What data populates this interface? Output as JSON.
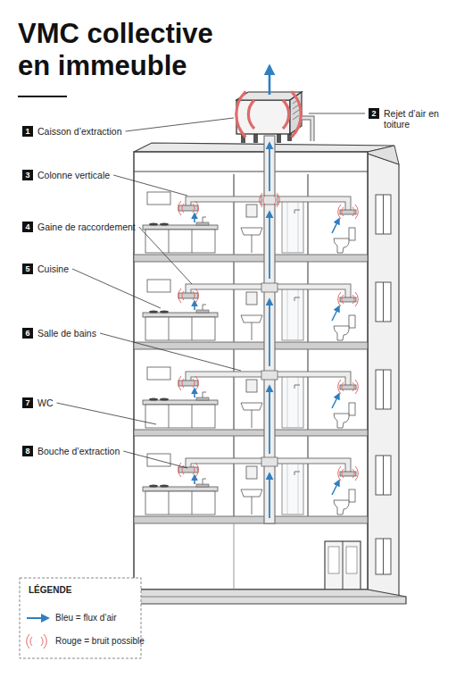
{
  "diagram": {
    "title": "VMC collective en immeuble",
    "nodes": [
      {
        "text": [
          "1",
          "Caisson d’extraction"
        ]
      },
      {
        "text": [
          "2",
          "Rejet d’air en toiture"
        ]
      },
      {
        "text": [
          "3",
          "Colonne verticale"
        ]
      },
      {
        "text": [
          "4",
          "Gaine de raccordement"
        ]
      },
      {
        "text": [
          "5",
          "Cuisine"
        ]
      },
      {
        "text": [
          "6",
          "Salle de bains"
        ]
      },
      {
        "text": [
          "7",
          "WC"
        ]
      },
      {
        "text": [
          "8",
          "Bouche d’extraction"
        ]
      }
    ],
    "labels": [
      "LÉGENDE"
    ],
    "legend": [
      {
        "text": "Bleu = flux d’air"
      },
      {
        "text": "Rouge = bruit possible"
      }
    ]
  }
}
